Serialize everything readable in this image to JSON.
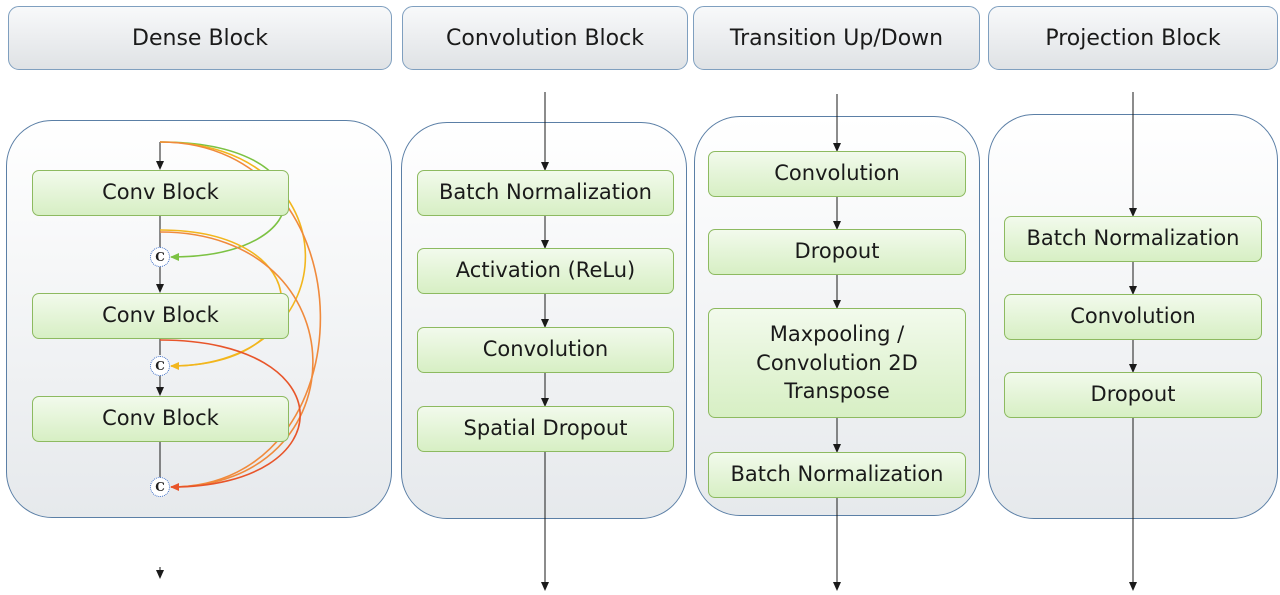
{
  "columns": [
    {
      "title": "Dense Block",
      "nodes": [
        "Conv Block",
        "Conv Block",
        "Conv Block"
      ],
      "concat_label": "C"
    },
    {
      "title": "Convolution Block",
      "nodes": [
        "Batch Normalization",
        "Activation (ReLu)",
        "Convolution",
        "Spatial Dropout"
      ]
    },
    {
      "title": "Transition Up/Down",
      "nodes": [
        "Convolution",
        "Dropout",
        "Maxpooling / Convolution 2D Transpose",
        "Batch Normalization"
      ]
    },
    {
      "title": "Projection Block",
      "nodes": [
        "Batch Normalization",
        "Convolution",
        "Dropout"
      ]
    }
  ],
  "colors": {
    "panel_border": "#5b7fa6",
    "node_border": "#8dba60",
    "node_fill": "#dff2d0",
    "skip_green": "#7cc243",
    "skip_yellow": "#f2b61d",
    "skip_orange": "#f08a3c",
    "skip_red_orange": "#e8552a"
  }
}
